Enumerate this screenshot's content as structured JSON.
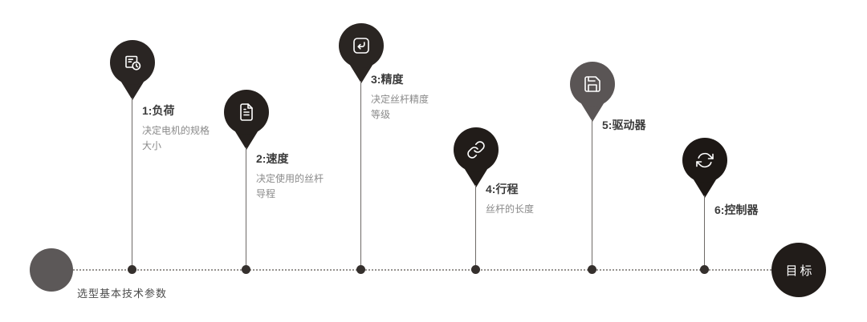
{
  "timeline": {
    "start_label": "选型基本技术参数",
    "end_label": "目标",
    "line_color": "#979390",
    "dot_color": "#35302d",
    "start_circle_color": "#5c5858",
    "end_circle_color": "#211c19"
  },
  "steps": [
    {
      "title": "1:负荷",
      "desc": "决定电机的规格\n大小",
      "icon": "package-clock-icon",
      "color": "#2a2523"
    },
    {
      "title": "2:速度",
      "desc": "决定使用的丝杆\n导程",
      "icon": "document-lines-icon",
      "color": "#25201d"
    },
    {
      "title": "3:精度",
      "desc": "决定丝杆精度\n等级",
      "icon": "return-arrow-icon",
      "color": "#2a2522"
    },
    {
      "title": "4:行程",
      "desc": "丝杆的长度",
      "icon": "link-icon",
      "color": "#211c19"
    },
    {
      "title": "5:驱动器",
      "desc": "",
      "icon": "save-icon",
      "color": "#5a5555"
    },
    {
      "title": "6:控制器",
      "desc": "",
      "icon": "refresh-icon",
      "color": "#1d1815"
    }
  ],
  "colors": {
    "title_text": "#3b3b3b",
    "desc_text": "#8a8a8a",
    "connector_line": "#6e6a67"
  }
}
